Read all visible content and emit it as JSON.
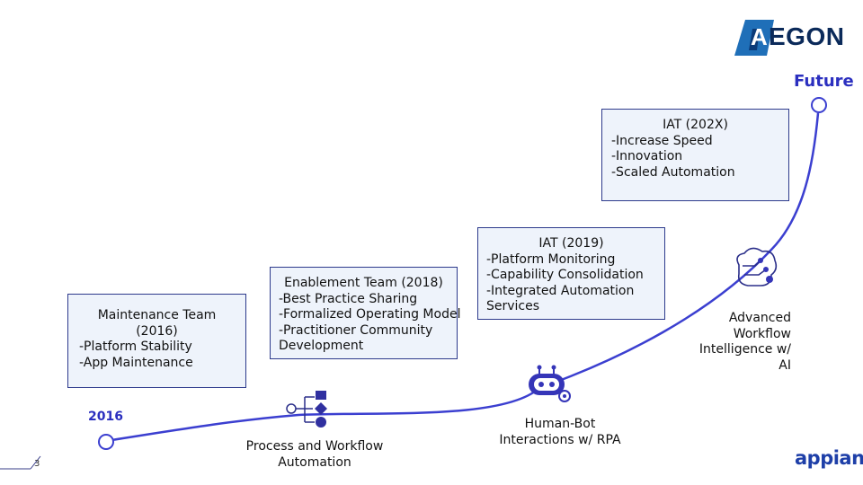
{
  "logo": {
    "text": "EGON",
    "mark": "A"
  },
  "brand": {
    "text": "appian"
  },
  "page_number": "3",
  "start_label": "2016",
  "end_label": "Future",
  "boxes": [
    {
      "title": "Maintenance Team (2016)",
      "lines": [
        "-Platform Stability",
        "-App Maintenance"
      ]
    },
    {
      "title": "Enablement Team (2018)",
      "lines": [
        "-Best Practice Sharing",
        "-Formalized Operating Model",
        "-Practitioner Community",
        "Development"
      ]
    },
    {
      "title": "IAT (2019)",
      "lines": [
        "-Platform Monitoring",
        "-Capability Consolidation",
        "-Integrated Automation",
        "Services"
      ]
    },
    {
      "title": "IAT (202X)",
      "lines": [
        "-Increase Speed",
        "-Innovation",
        "-Scaled Automation"
      ]
    }
  ],
  "milestones": [
    {
      "lines": [
        "Process and Workflow",
        "Automation"
      ],
      "icon": "workflow-icon"
    },
    {
      "lines": [
        "Human-Bot",
        "Interactions w/ RPA"
      ],
      "icon": "robot-icon"
    },
    {
      "lines": [
        "Advanced",
        "Workflow",
        "Intelligence w/",
        "AI"
      ],
      "icon": "circuit-brain-icon"
    }
  ],
  "colors": {
    "curve": "#3b3fd0",
    "box_fill": "#eef3fb",
    "box_border": "#2d3a8c",
    "accent": "#2b2fbf",
    "logo_blue": "#1f6fb8",
    "appian_blue": "#1e3fa8"
  }
}
